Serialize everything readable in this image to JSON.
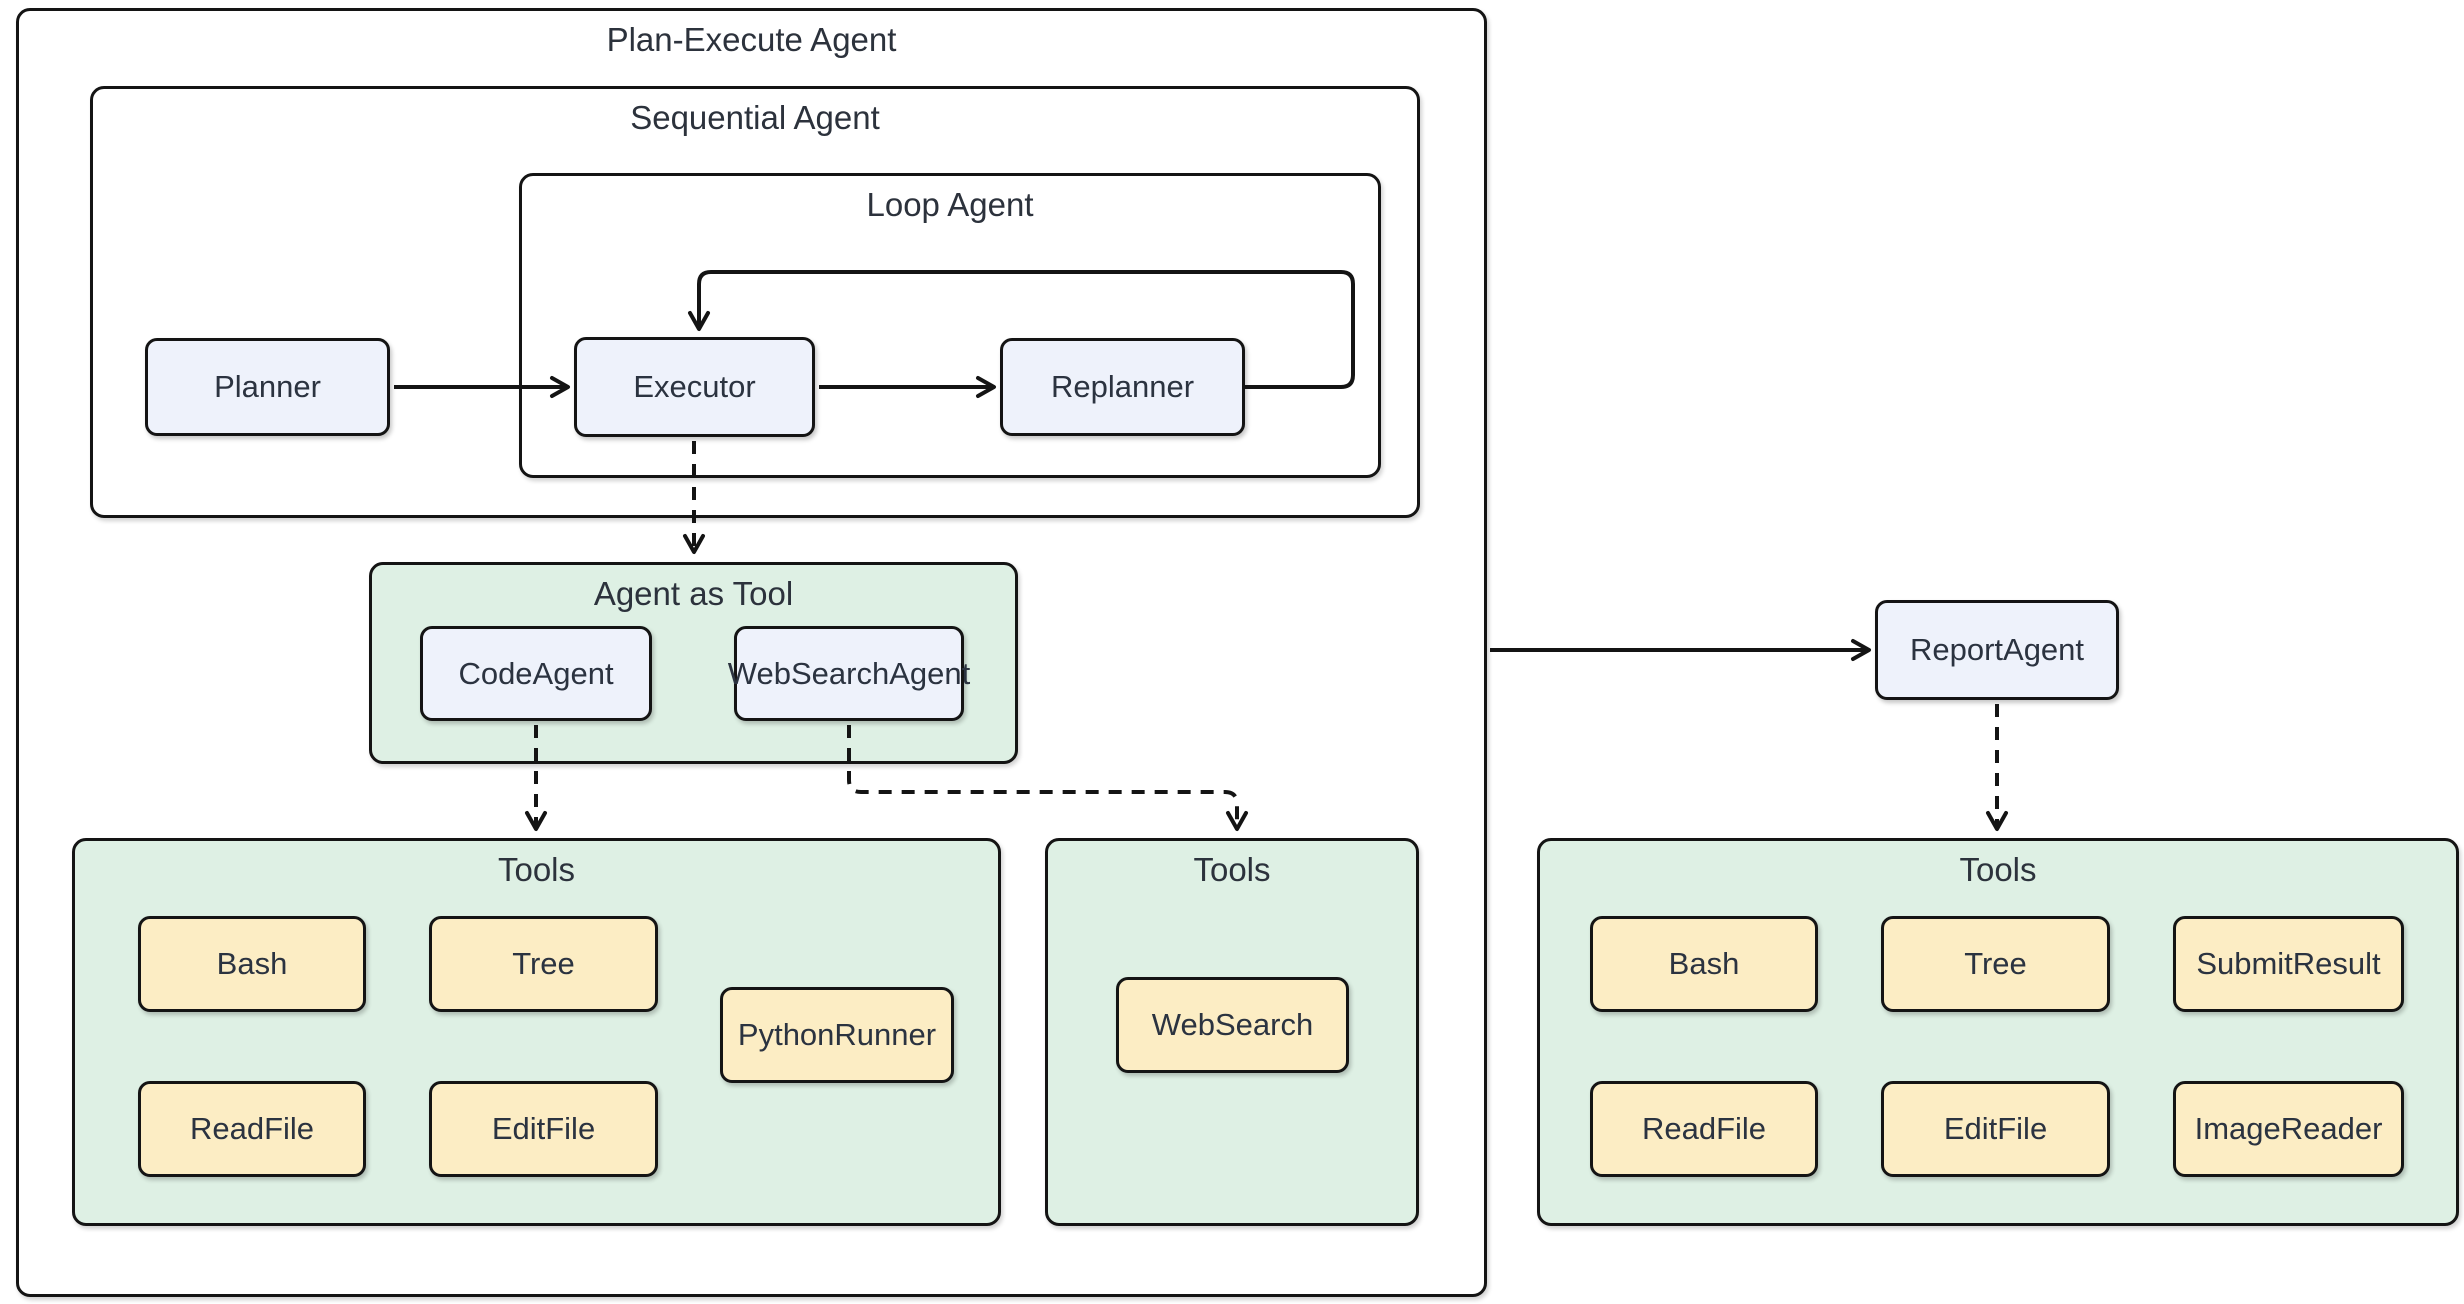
{
  "colors": {
    "container_fill": "#def0e4",
    "agent_fill": "#eef2fb",
    "tool_fill": "#fcedc4",
    "line": "#141414",
    "text": "#2b3340"
  },
  "outer": {
    "title": "Plan-Execute Agent"
  },
  "sequential": {
    "title": "Sequential Agent"
  },
  "loop": {
    "title": "Loop Agent"
  },
  "nodes": {
    "planner": "Planner",
    "executor": "Executor",
    "replanner": "Replanner",
    "codeAgent": "CodeAgent",
    "webSearchAgent": "WebSearchAgent",
    "reportAgent": "ReportAgent"
  },
  "agentAsTool": {
    "title": "Agent as Tool"
  },
  "tools": {
    "left": {
      "title": "Tools",
      "items": [
        "Bash",
        "Tree",
        "PythonRunner",
        "ReadFile",
        "EditFile"
      ]
    },
    "middle": {
      "title": "Tools",
      "items": [
        "WebSearch"
      ]
    },
    "right": {
      "title": "Tools",
      "items": [
        "Bash",
        "Tree",
        "SubmitResult",
        "ReadFile",
        "EditFile",
        "ImageReader"
      ]
    }
  }
}
